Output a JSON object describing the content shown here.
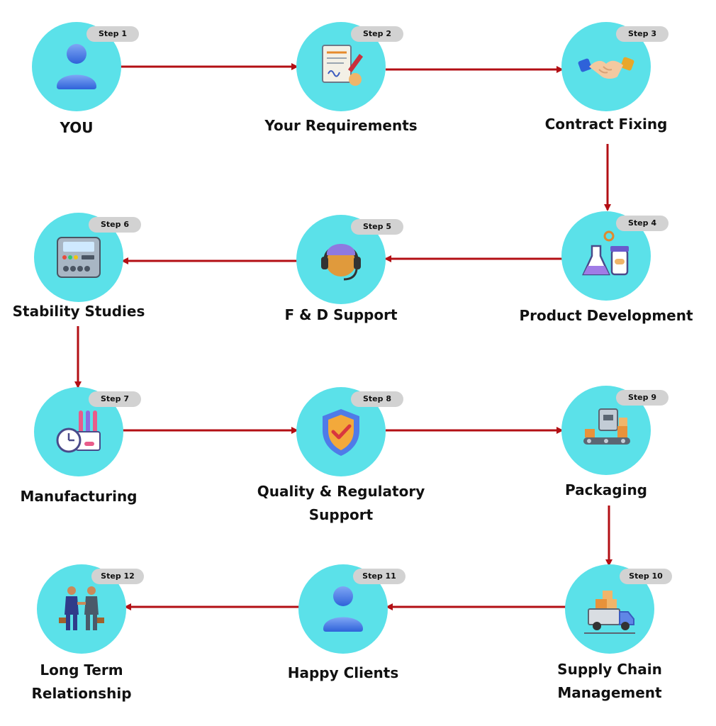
{
  "steps": [
    {
      "badge": "Step 1",
      "title": [
        "YOU"
      ],
      "icon": "user-icon"
    },
    {
      "badge": "Step 2",
      "title": [
        "Your Requirements"
      ],
      "icon": "document-sign-icon"
    },
    {
      "badge": "Step 3",
      "title": [
        "Contract Fixing"
      ],
      "icon": "handshake-icon"
    },
    {
      "badge": "Step 4",
      "title": [
        "Product Development"
      ],
      "icon": "lab-flask-icon"
    },
    {
      "badge": "Step 5",
      "title": [
        "F & D Support"
      ],
      "icon": "headset-icon"
    },
    {
      "badge": "Step 6",
      "title": [
        "Stability Studies"
      ],
      "icon": "machine-icon"
    },
    {
      "badge": "Step 7",
      "title": [
        "Manufacturing"
      ],
      "icon": "lab-timer-icon"
    },
    {
      "badge": "Step 8",
      "title": [
        "Quality & Regulatory",
        "Support"
      ],
      "icon": "shield-check-icon"
    },
    {
      "badge": "Step 9",
      "title": [
        "Packaging"
      ],
      "icon": "conveyor-icon"
    },
    {
      "badge": "Step 10",
      "title": [
        "Supply Chain",
        "Management"
      ],
      "icon": "delivery-truck-icon"
    },
    {
      "badge": "Step 11",
      "title": [
        "Happy Clients"
      ],
      "icon": "user-icon"
    },
    {
      "badge": "Step 12",
      "title": [
        "Long Term",
        "Relationship"
      ],
      "icon": "business-handshake-icon"
    }
  ],
  "colors": {
    "circle": "#5be1e9",
    "arrow": "#b30f14",
    "badge": "#d2d2d2",
    "text": "#111111"
  }
}
